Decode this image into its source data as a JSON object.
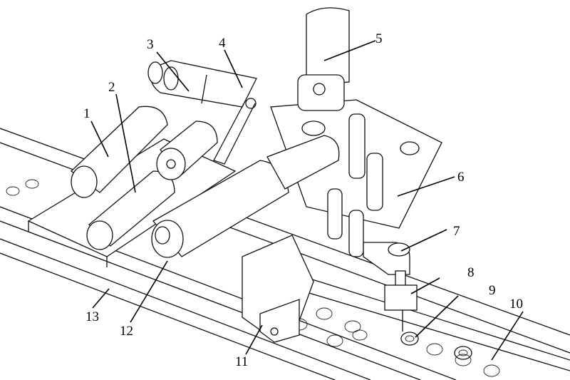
{
  "figure": {
    "type": "patent-style isometric line drawing of a mechanical assembly",
    "callouts": [
      {
        "id": "1",
        "label": "1"
      },
      {
        "id": "2",
        "label": "2"
      },
      {
        "id": "3",
        "label": "3"
      },
      {
        "id": "4",
        "label": "4"
      },
      {
        "id": "5",
        "label": "5"
      },
      {
        "id": "6",
        "label": "6"
      },
      {
        "id": "7",
        "label": "7"
      },
      {
        "id": "8",
        "label": "8"
      },
      {
        "id": "9",
        "label": "9"
      },
      {
        "id": "10",
        "label": "10"
      },
      {
        "id": "11",
        "label": "11"
      },
      {
        "id": "12",
        "label": "12"
      },
      {
        "id": "13",
        "label": "13"
      }
    ],
    "colors": {
      "line": "#111111",
      "background": "#ffffff"
    }
  }
}
